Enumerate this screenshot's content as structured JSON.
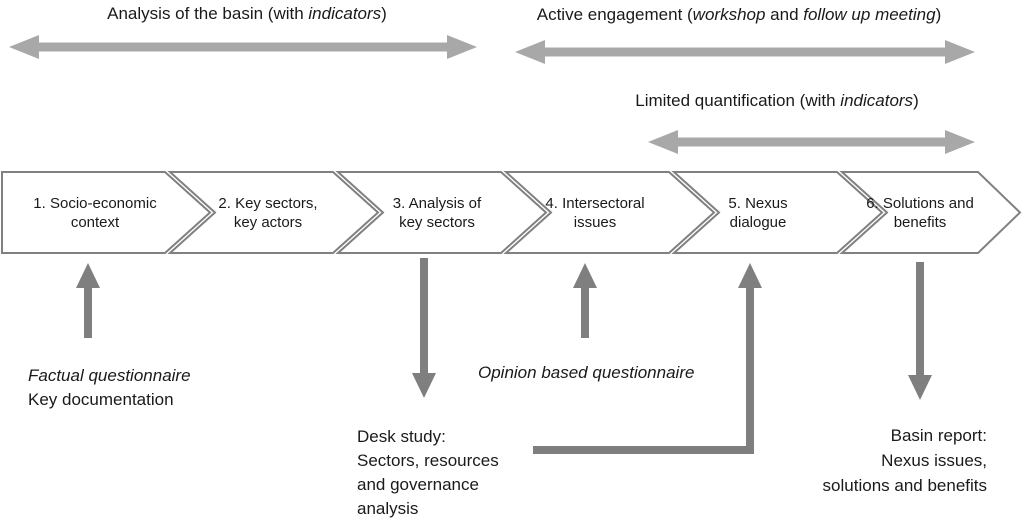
{
  "phase_labels": {
    "analysis": {
      "pre": "Analysis of the basin (with ",
      "italic": "indicators",
      "post": ")"
    },
    "engagement": {
      "pre": "Active engagement (",
      "italic1": "workshop",
      "mid": " and ",
      "italic2": "follow up meeting",
      "post": ")"
    },
    "quantification": {
      "pre": "Limited quantification (with ",
      "italic": "indicators",
      "post": ")"
    }
  },
  "steps": [
    {
      "lines": [
        "1. Socio-economic",
        "context"
      ]
    },
    {
      "lines": [
        "2. Key sectors,",
        "key actors"
      ]
    },
    {
      "lines": [
        "3. Analysis of",
        "key sectors"
      ]
    },
    {
      "lines": [
        "4. Intersectoral",
        "issues"
      ]
    },
    {
      "lines": [
        "5. Nexus",
        "dialogue"
      ]
    },
    {
      "lines": [
        "6. Solutions and",
        "benefits"
      ]
    }
  ],
  "annotations": {
    "factual": {
      "line1_italic": "Factual questionnaire",
      "line2": "Key documentation"
    },
    "opinion": {
      "text": "Opinion based questionnaire"
    },
    "desk_study": {
      "lines": [
        "Desk study:",
        "Sectors, resources",
        "and governance",
        "analysis"
      ]
    },
    "basin_report": {
      "lines": [
        "Basin report:",
        "Nexus issues,",
        "solutions and benefits"
      ]
    }
  },
  "colors": {
    "double_arrow": "#a8a8a8",
    "flow_arrow": "#7f7f7f",
    "chevron_border": "#808080",
    "chevron_fill": "#ffffff",
    "text": "#1a1a1a"
  }
}
